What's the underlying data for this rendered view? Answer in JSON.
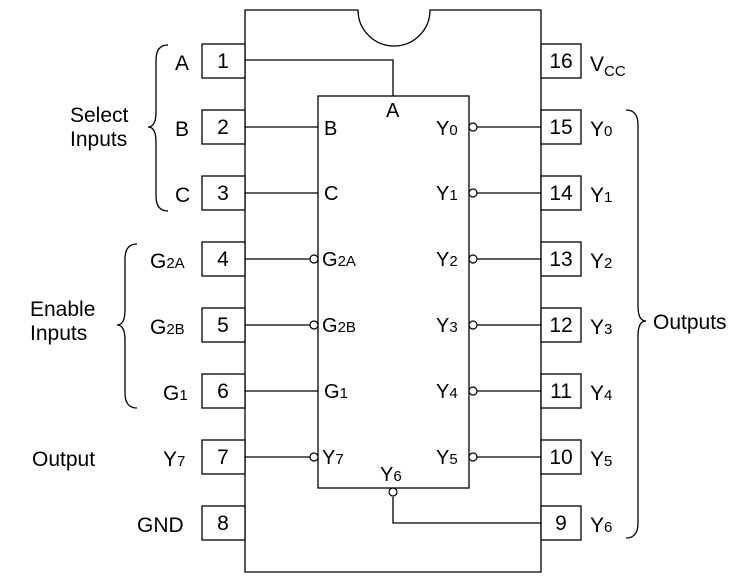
{
  "chip": {
    "pins_left": [
      {
        "num": "1",
        "label": "A",
        "sub": ""
      },
      {
        "num": "2",
        "label": "B",
        "sub": ""
      },
      {
        "num": "3",
        "label": "C",
        "sub": ""
      },
      {
        "num": "4",
        "label": "G",
        "sub": "2A"
      },
      {
        "num": "5",
        "label": "G",
        "sub": "2B"
      },
      {
        "num": "6",
        "label": "G",
        "sub": "1"
      },
      {
        "num": "7",
        "label": "Y",
        "sub": "7"
      },
      {
        "num": "8",
        "label": "GND",
        "sub": ""
      }
    ],
    "pins_right": [
      {
        "num": "16",
        "label": "V",
        "sub": "CC"
      },
      {
        "num": "15",
        "label": "Y",
        "sub": "0"
      },
      {
        "num": "14",
        "label": "Y",
        "sub": "1"
      },
      {
        "num": "13",
        "label": "Y",
        "sub": "2"
      },
      {
        "num": "12",
        "label": "Y",
        "sub": "3"
      },
      {
        "num": "11",
        "label": "Y",
        "sub": "4"
      },
      {
        "num": "10",
        "label": "Y",
        "sub": "5"
      },
      {
        "num": "9",
        "label": "Y",
        "sub": "6"
      }
    ],
    "inner_left": [
      {
        "label": "B",
        "sub": ""
      },
      {
        "label": "C",
        "sub": ""
      },
      {
        "label": "G",
        "sub": "2A"
      },
      {
        "label": "G",
        "sub": "2B"
      },
      {
        "label": "G",
        "sub": "1"
      },
      {
        "label": "Y",
        "sub": "7"
      }
    ],
    "inner_right": [
      {
        "label": "Y",
        "sub": "0"
      },
      {
        "label": "Y",
        "sub": "1"
      },
      {
        "label": "Y",
        "sub": "2"
      },
      {
        "label": "Y",
        "sub": "3"
      },
      {
        "label": "Y",
        "sub": "4"
      },
      {
        "label": "Y",
        "sub": "5"
      }
    ],
    "inner_top": {
      "label": "A",
      "sub": ""
    },
    "inner_bottom": {
      "label": "Y",
      "sub": "6"
    }
  },
  "groups": {
    "select": [
      "Select",
      "Inputs"
    ],
    "enable": [
      "Enable",
      "Inputs"
    ],
    "output": "Output",
    "outputs": "Outputs"
  }
}
